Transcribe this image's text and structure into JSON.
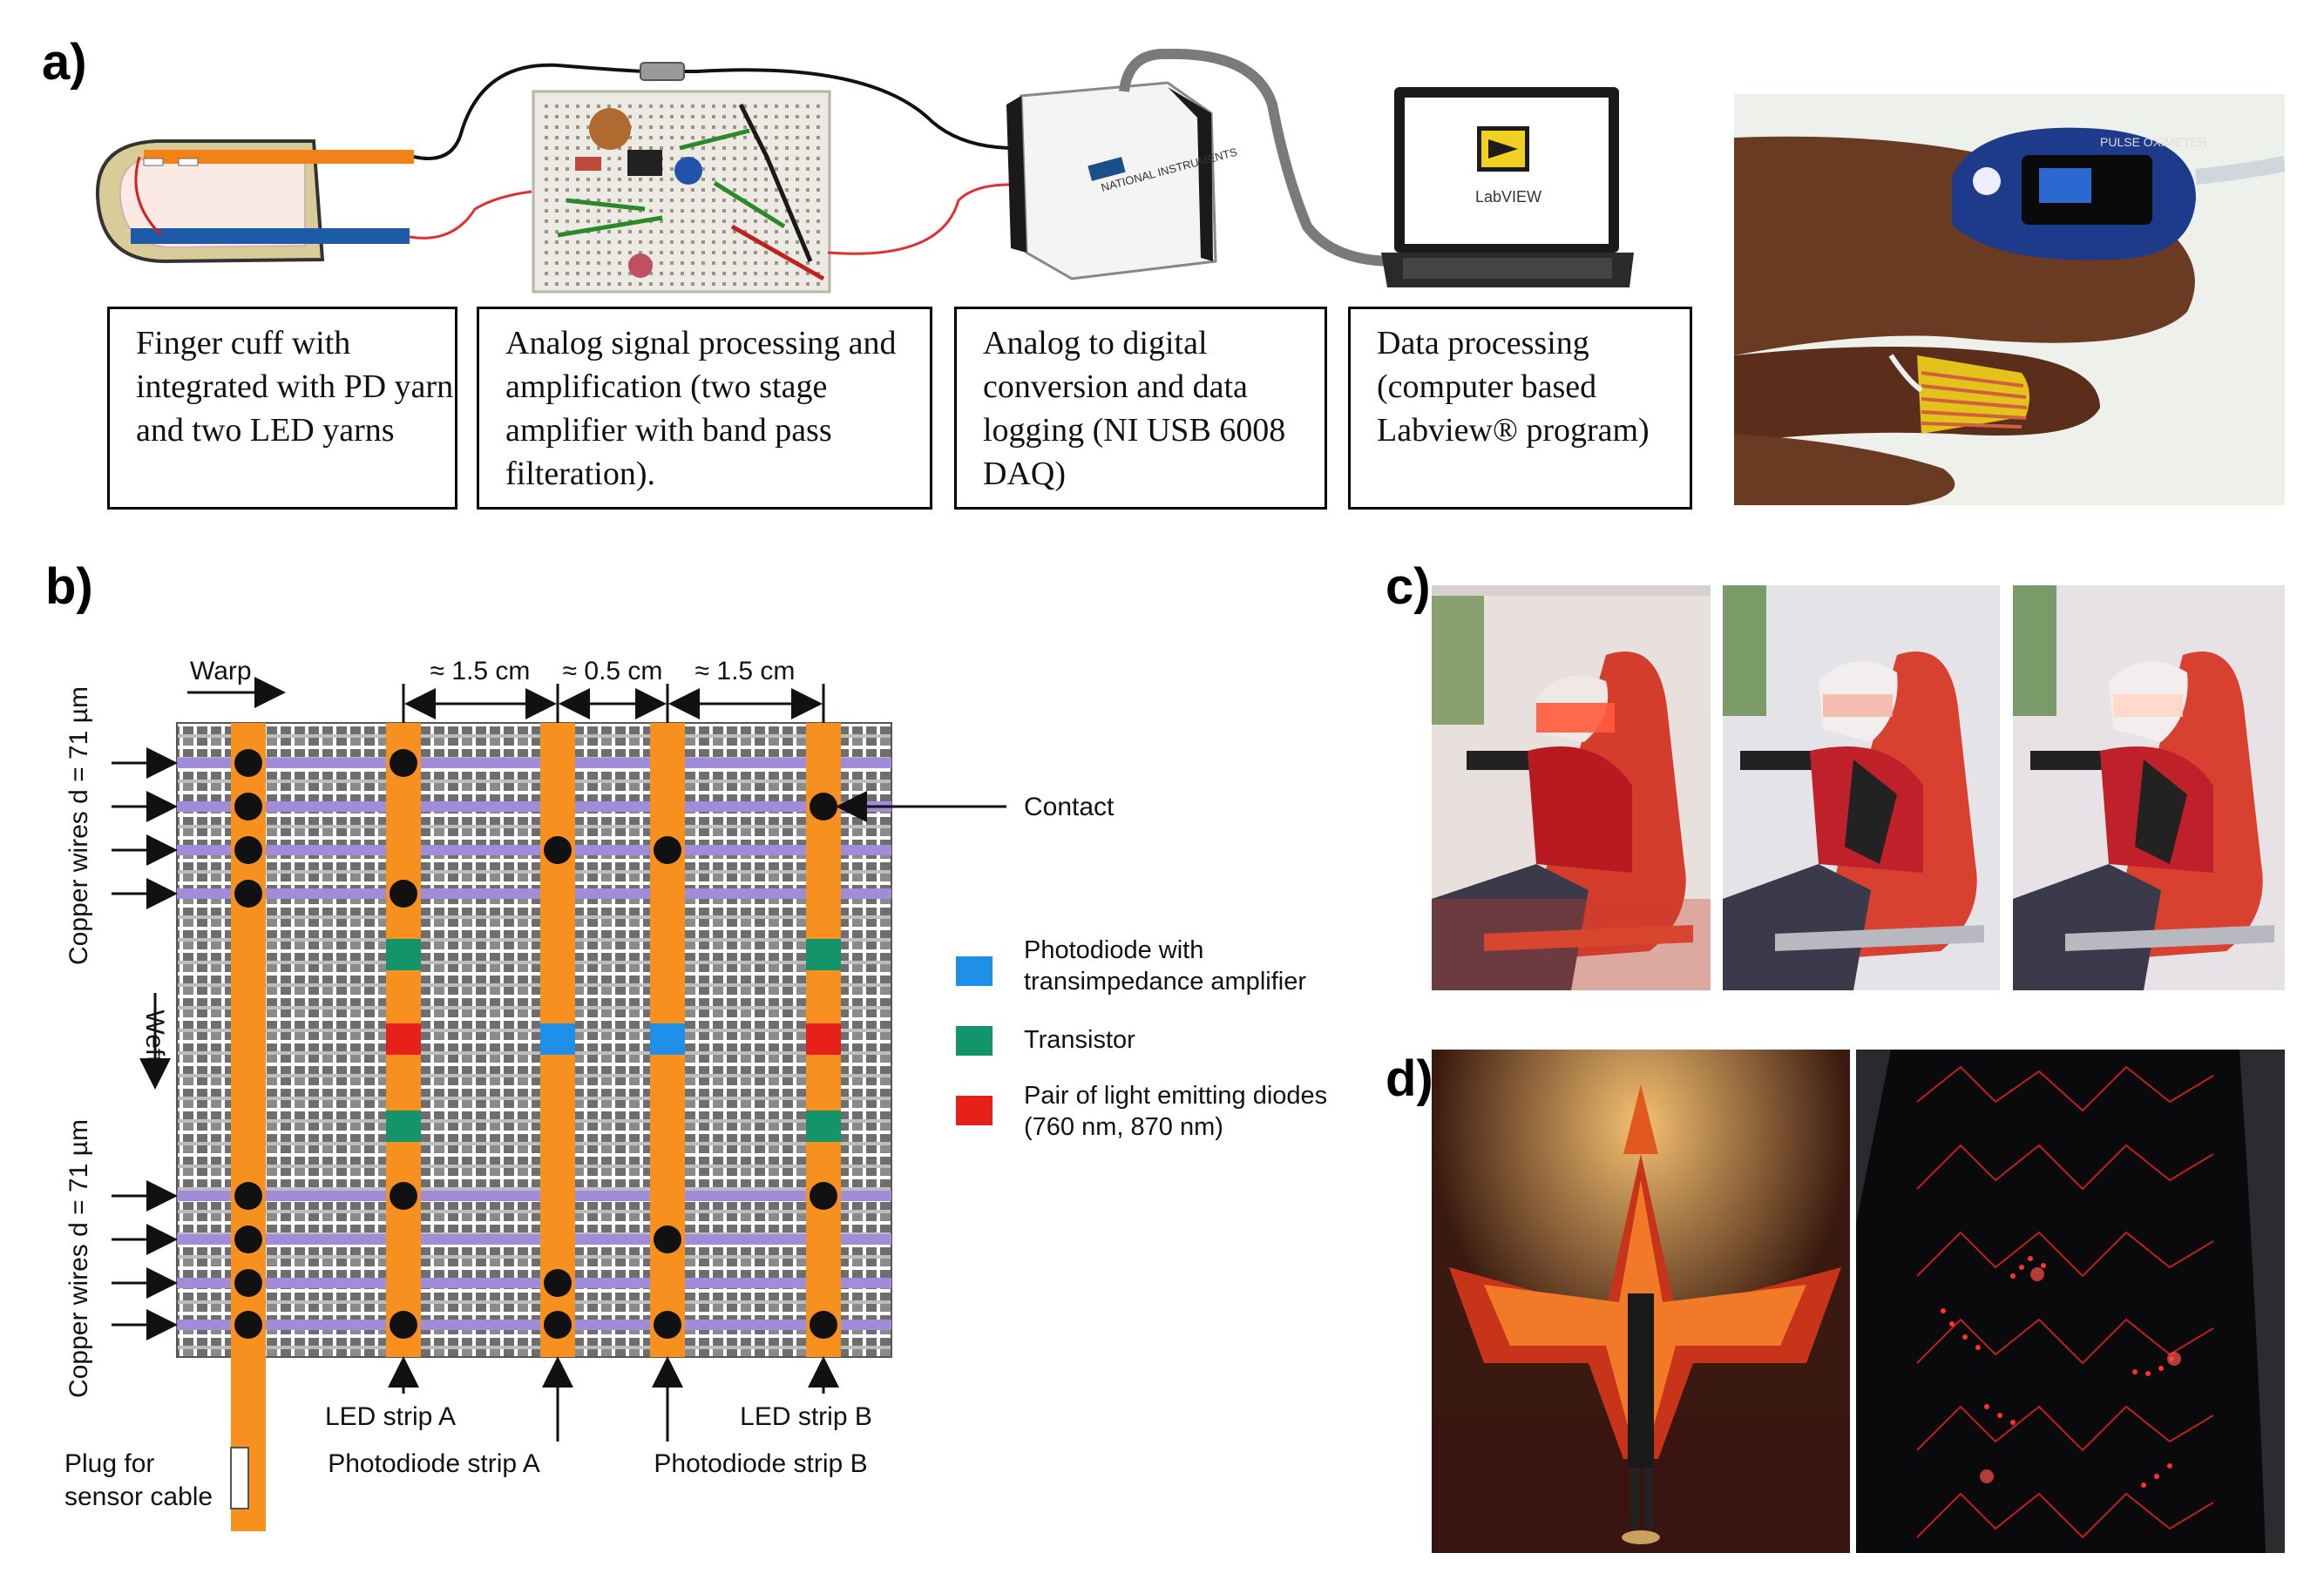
{
  "panels": {
    "a": "a)",
    "b": "b)",
    "c": "c)",
    "d": "d)"
  },
  "panel_a": {
    "steps": [
      "Finger cuff with integrated with PD yarn and two LED yarns",
      "Analog signal processing and amplification (two stage amplifier with band pass filteration).",
      "Analog to digital conversion and data logging (NI USB 6008 DAQ)",
      "Data processing (computer based Labview® program)"
    ],
    "daq_brand": "NATIONAL INSTRUMENTS",
    "labview_label": "LabVIEW",
    "oximeter_label": "PULSE OXIMETER"
  },
  "panel_b": {
    "warp_label": "Warp",
    "weft_label": "Weft",
    "copper_top": "Copper wires d = 71 µm",
    "copper_bottom": "Copper wires d = 71 µm",
    "dims": [
      "≈ 1.5 cm",
      "≈ 0.5 cm",
      "≈ 1.5 cm"
    ],
    "contact_label": "Contact",
    "led_strip_a": "LED strip A",
    "led_strip_b": "LED strip B",
    "pd_strip_a": "Photodiode strip A",
    "pd_strip_b": "Photodiode strip B",
    "plug_label_1": "Plug for",
    "plug_label_2": "sensor cable",
    "legend": [
      {
        "line1": "Photodiode with",
        "line2": "transimpedance amplifier",
        "color": "#1e90e8"
      },
      {
        "line1": "Transistor",
        "line2": "",
        "color": "#13946a"
      },
      {
        "line1": "Pair of light emitting diodes",
        "line2": "(760 nm, 870 nm)",
        "color": "#e8201a"
      }
    ]
  },
  "colors": {
    "strip": "#f7901e",
    "weave": "#6e6e6e",
    "wire": "#a08cd8",
    "contact": "#111111"
  }
}
